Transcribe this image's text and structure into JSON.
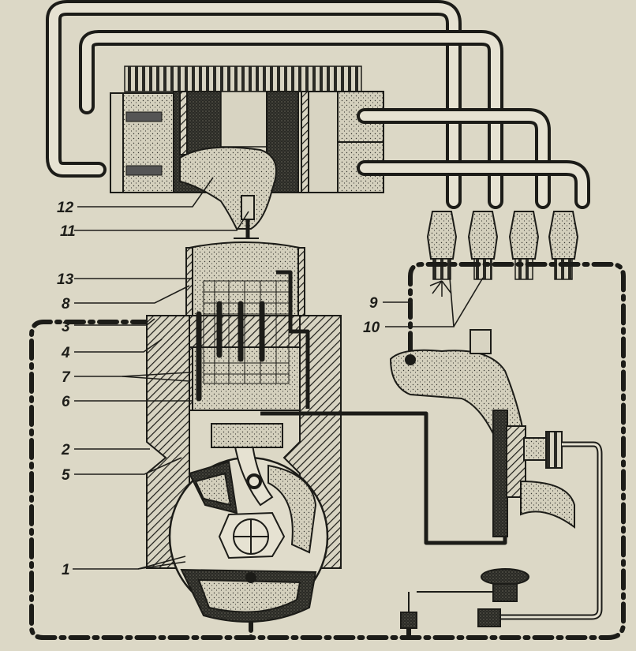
{
  "figure": {
    "title": "Magneto ignition system diagram",
    "style": "scanned line drawing with hatching and stippling",
    "colors": {
      "paper": "#dcd8c6",
      "ink": "#1c1c18"
    }
  },
  "callouts": [
    {
      "id": "12",
      "label": "12"
    },
    {
      "id": "11",
      "label": "11"
    },
    {
      "id": "13",
      "label": "13"
    },
    {
      "id": "8",
      "label": "8"
    },
    {
      "id": "3",
      "label": "3"
    },
    {
      "id": "4",
      "label": "4"
    },
    {
      "id": "7",
      "label": "7"
    },
    {
      "id": "6",
      "label": "6"
    },
    {
      "id": "2",
      "label": "2"
    },
    {
      "id": "5",
      "label": "5"
    },
    {
      "id": "1",
      "label": "1"
    },
    {
      "id": "9",
      "label": "9"
    },
    {
      "id": "10",
      "label": "10"
    }
  ],
  "components": {
    "distributor": "distributor with rotor and HT lead terminals",
    "coil": "armature coil windings in housing",
    "magnet": "rotating magnet and pole shoes",
    "breaker": "contact breaker",
    "spark_plugs": {
      "count": 4
    },
    "engine_cylinder": "cylinder head with spark plug and ground stud",
    "switch": "ignition switch knob",
    "ground_circuit": "dash-dot ground return line"
  }
}
